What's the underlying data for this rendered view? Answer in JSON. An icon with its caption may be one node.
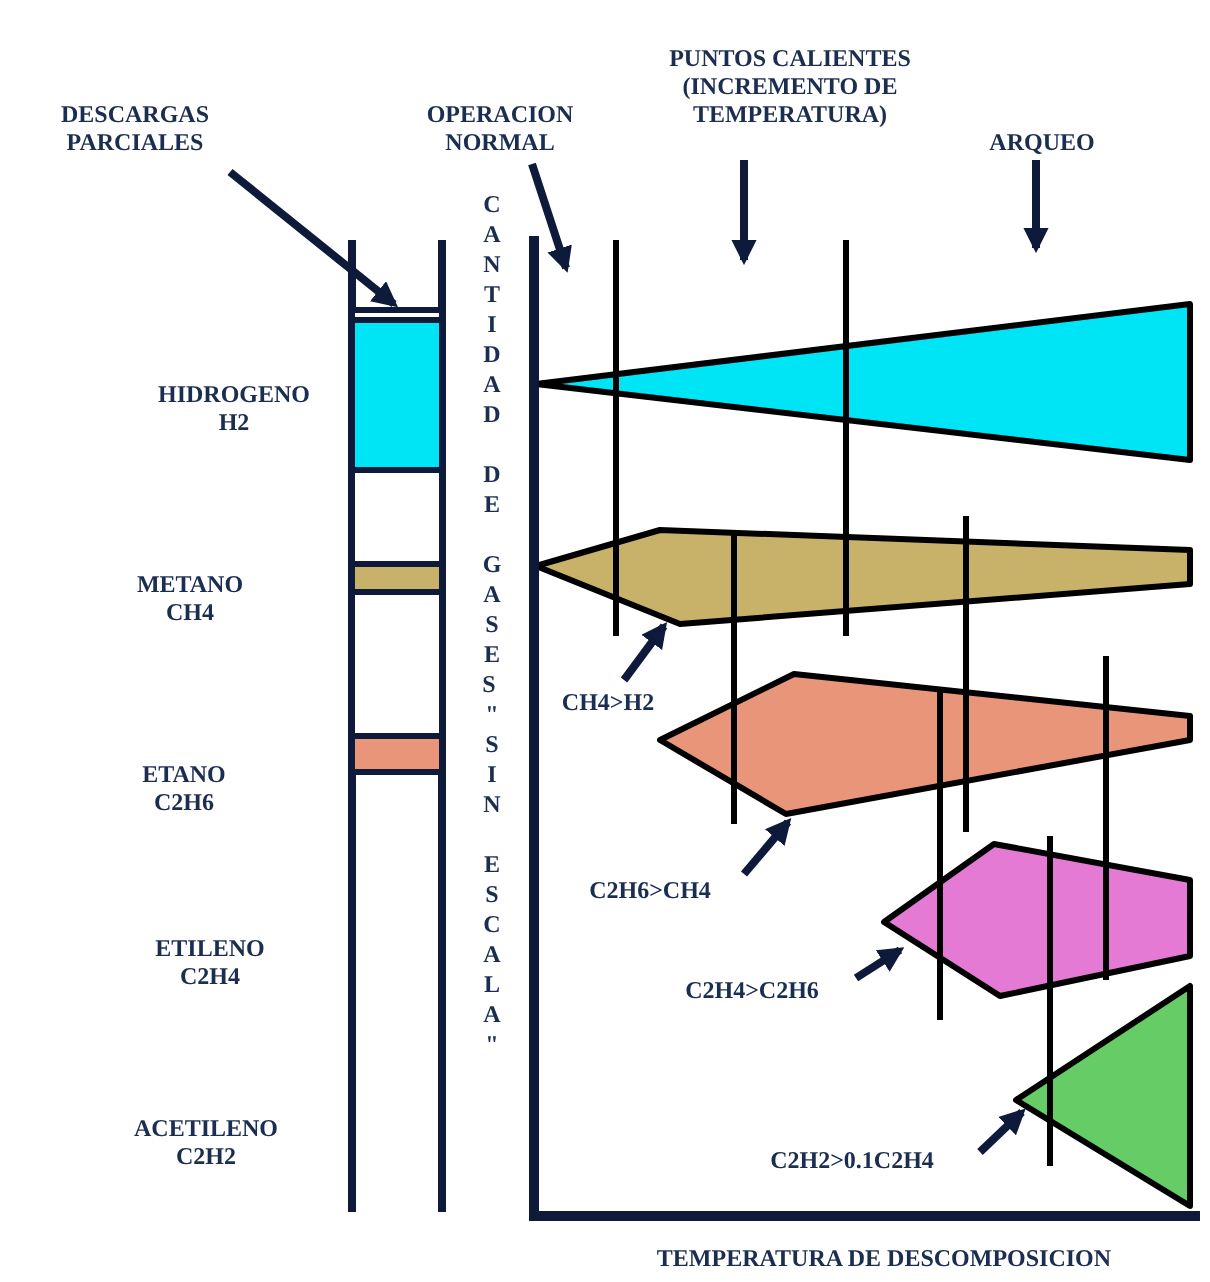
{
  "diagram": {
    "nodes": [
      {
        "text": [
          "DESCARGAS PARCIALES"
        ]
      },
      {
        "text": [
          "OPERACION NORMAL"
        ]
      },
      {
        "text": [
          "PUNTOS CALIENTES (INCREMENTO DE TEMPERATURA)"
        ]
      },
      {
        "text": [
          "ARQUEO"
        ]
      },
      {
        "text": [],
        "shape": "bar"
      },
      {
        "text": [],
        "shape": "triangle"
      },
      {
        "text": [],
        "shape": "polygon"
      },
      {
        "text": [
          "CH4>H2"
        ]
      },
      {
        "text": [],
        "shape": "polygon"
      },
      {
        "text": [
          "C2H6>CH4"
        ]
      },
      {
        "text": [],
        "shape": "polygon"
      },
      {
        "text": [
          "C2H4>C2H6"
        ]
      },
      {
        "text": [],
        "shape": "triangle"
      },
      {
        "text": [
          "C2H2>0.1C2H4"
        ]
      }
    ],
    "edges": [
      {
        "from": 0,
        "to": 4,
        "arrow": "to"
      },
      {
        "from": 1,
        "to": null,
        "arrow": "to"
      },
      {
        "from": 2,
        "to": null,
        "arrow": "to"
      },
      {
        "from": 3,
        "to": null,
        "arrow": "to"
      },
      {
        "from": 7,
        "to": 6,
        "arrow": "to"
      },
      {
        "from": 9,
        "to": 8,
        "arrow": "to"
      },
      {
        "from": 11,
        "to": 10,
        "arrow": "to"
      },
      {
        "from": 13,
        "to": 12,
        "arrow": "to"
      }
    ],
    "labels": [
      "HIDROGENO H2",
      "CANTIDAD DE GASES \"SIN ESCALA\"",
      "METANO CH4",
      "ETANO C2H6",
      "ETILENO C2H4",
      "ACETILENO C2H2",
      "TEMPERATURA DE DESCOMPOSICION"
    ]
  }
}
